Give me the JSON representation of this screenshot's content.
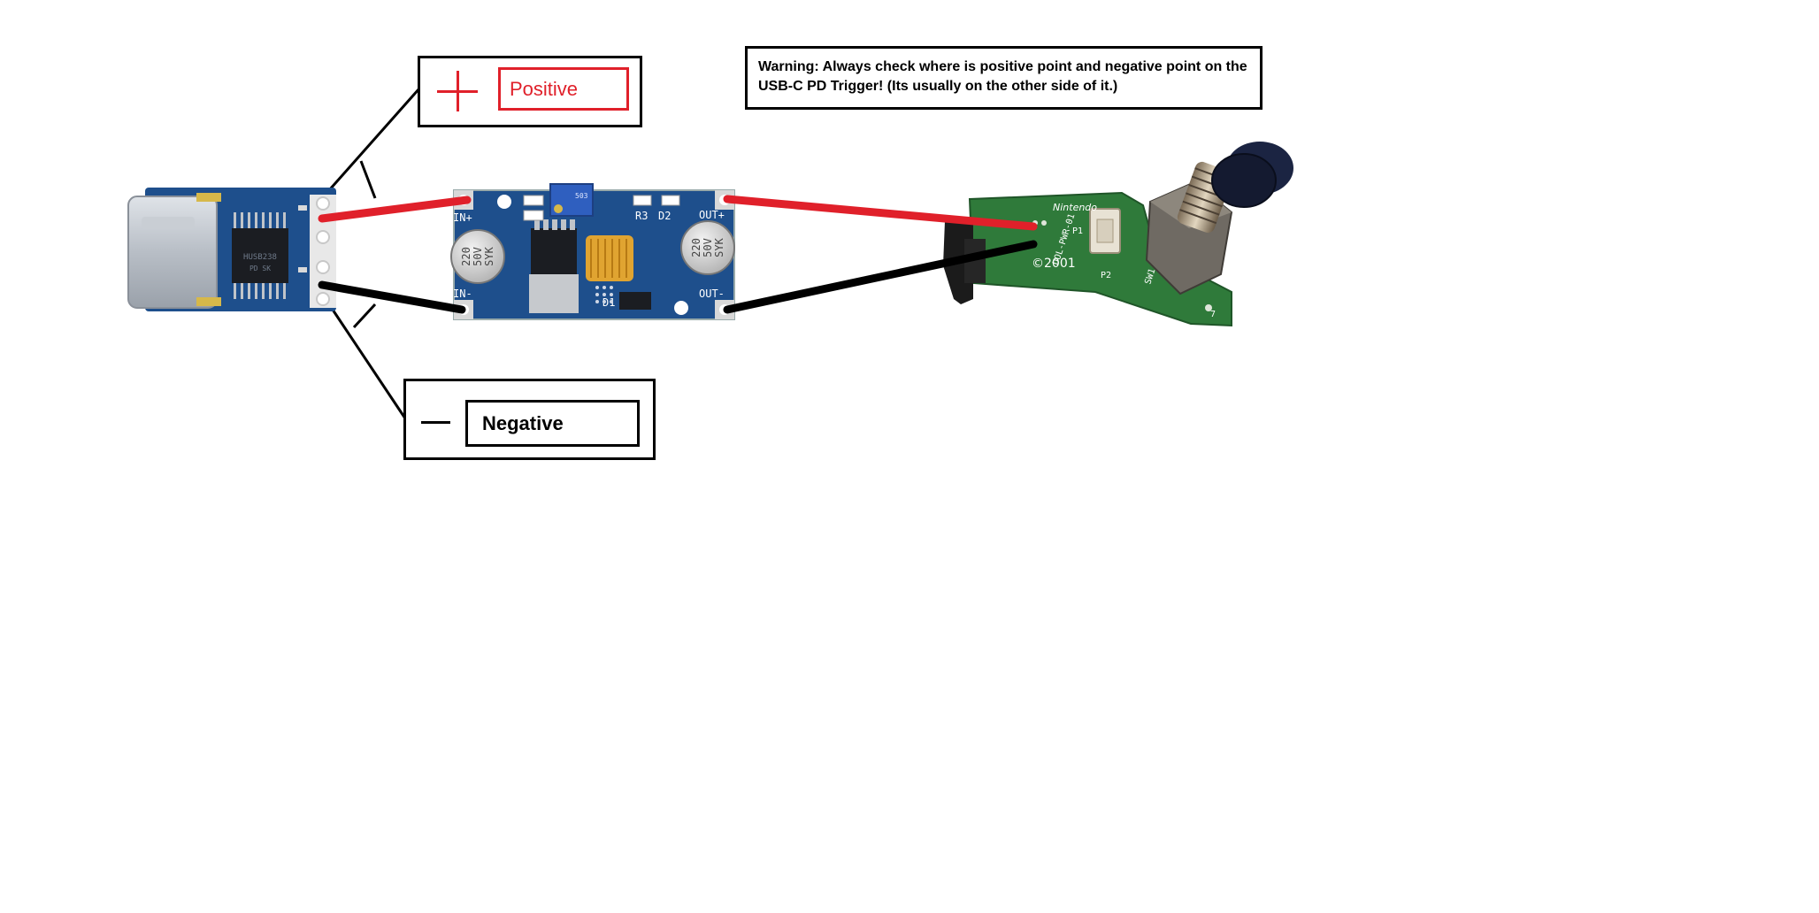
{
  "labels": {
    "positive": "Positive",
    "negative": "Negative",
    "warning": "Warning: Always check where is positive point and negative point on the USB-C PD Trigger! (Its usually on the other side of it.)"
  },
  "usb_board": {
    "chip_text": "PD SK",
    "chip_code": "HUSB238"
  },
  "buck_board": {
    "pins": {
      "in_plus": "IN+",
      "in_minus": "IN-",
      "out_plus": "OUT+",
      "out_minus": "OUT-"
    },
    "cap_left": [
      "220",
      "50V",
      "SYK"
    ],
    "cap_right": [
      "220",
      "50V",
      "SYK"
    ],
    "parts": {
      "r3": "R3",
      "d2": "D2",
      "d1": "D1"
    },
    "trim_text": "503"
  },
  "power_board": {
    "brand": "Nintendo",
    "model": "DOL-PWR-01",
    "copyright": "©2001",
    "p1": "P1",
    "p2": "P2",
    "sw": "SW1",
    "num": "7"
  },
  "colors": {
    "positive": "#e0202a",
    "negative": "#000000",
    "pcb_blue": "#1e4f8c",
    "pcb_green": "#2f7a3a"
  }
}
